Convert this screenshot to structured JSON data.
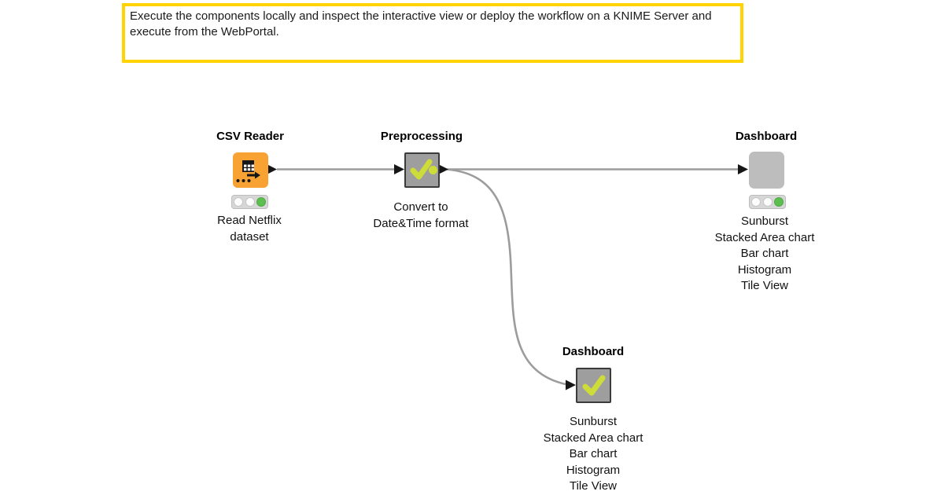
{
  "annotation": {
    "text": "Execute the components locally and inspect the interactive view or deploy the workflow on a KNIME Server and execute from the WebPortal.",
    "border_color": "#FFD400"
  },
  "nodes": [
    {
      "title": "CSV Reader",
      "labels": [
        "Read Netflix",
        "dataset"
      ],
      "type": "csv-reader",
      "status": "executed",
      "traffic_light": [
        "off",
        "off",
        "green"
      ]
    },
    {
      "title": "Preprocessing",
      "labels": [
        "Convert to",
        "Date&Time format"
      ],
      "type": "component",
      "status": "executed-check"
    },
    {
      "title": "Dashboard",
      "labels": [
        "Sunburst",
        "Stacked Area chart",
        "Bar chart",
        "Histogram",
        "Tile View"
      ],
      "type": "component",
      "status": "executed",
      "traffic_light": [
        "off",
        "off",
        "green"
      ]
    },
    {
      "title": "Dashboard",
      "labels": [
        "Sunburst",
        "Stacked Area chart",
        "Bar chart",
        "Histogram",
        "Tile View"
      ],
      "type": "component",
      "status": "executed-check"
    }
  ],
  "connections": [
    {
      "from": "CSV Reader",
      "to": "Preprocessing"
    },
    {
      "from": "Preprocessing",
      "to": "Dashboard (top)"
    },
    {
      "from": "Preprocessing",
      "to": "Dashboard (bottom)"
    }
  ],
  "icons": {
    "csv_reader": "spreadsheet-table-with-arrow-icon",
    "component_executed": "green-checkmark-icon"
  },
  "colors": {
    "annotation_border": "#FFD400",
    "csv_node_orange": "#F7A232",
    "component_gray": "#9E9E9E",
    "component_border": "#3B3B3B",
    "idle_component_gray": "#BDBDBD",
    "checkmark_lime": "#CDDC39",
    "wire_gray": "#9C9C9C",
    "port_black": "#161616",
    "traffic_light_bg": "#D7D7D7",
    "traffic_light_green": "#5CBF50"
  }
}
